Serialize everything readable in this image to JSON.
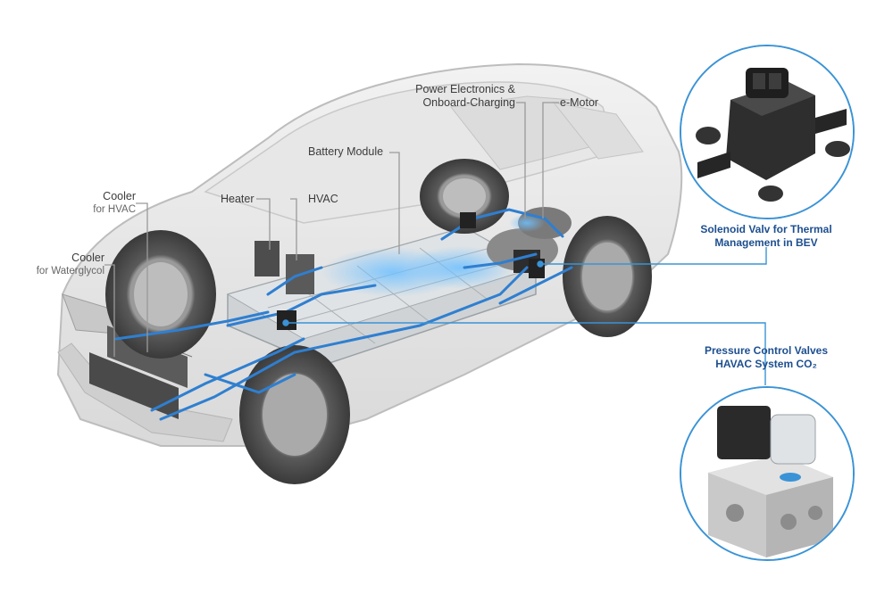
{
  "labels": {
    "power_electronics": [
      "Power Electronics &",
      "Onboard-Charging"
    ],
    "e_motor": "e-Motor",
    "battery_module": "Battery Module",
    "heater": "Heater",
    "hvac": "HVAC",
    "cooler_hvac": {
      "title": "Cooler",
      "sub": "for HVAC"
    },
    "cooler_waterglycol": {
      "title": "Cooler",
      "sub": "for Waterglycol"
    }
  },
  "callouts": {
    "solenoid": [
      "Solenoid Valv for Thermal",
      "Management in BEV"
    ],
    "pressure": [
      "Pressure Control Valves",
      "HAVAC System CO₂"
    ]
  },
  "colors": {
    "accent": "#3a93d6",
    "callout_text": "#1d4f8f",
    "coolant": "#2f7fd0"
  }
}
